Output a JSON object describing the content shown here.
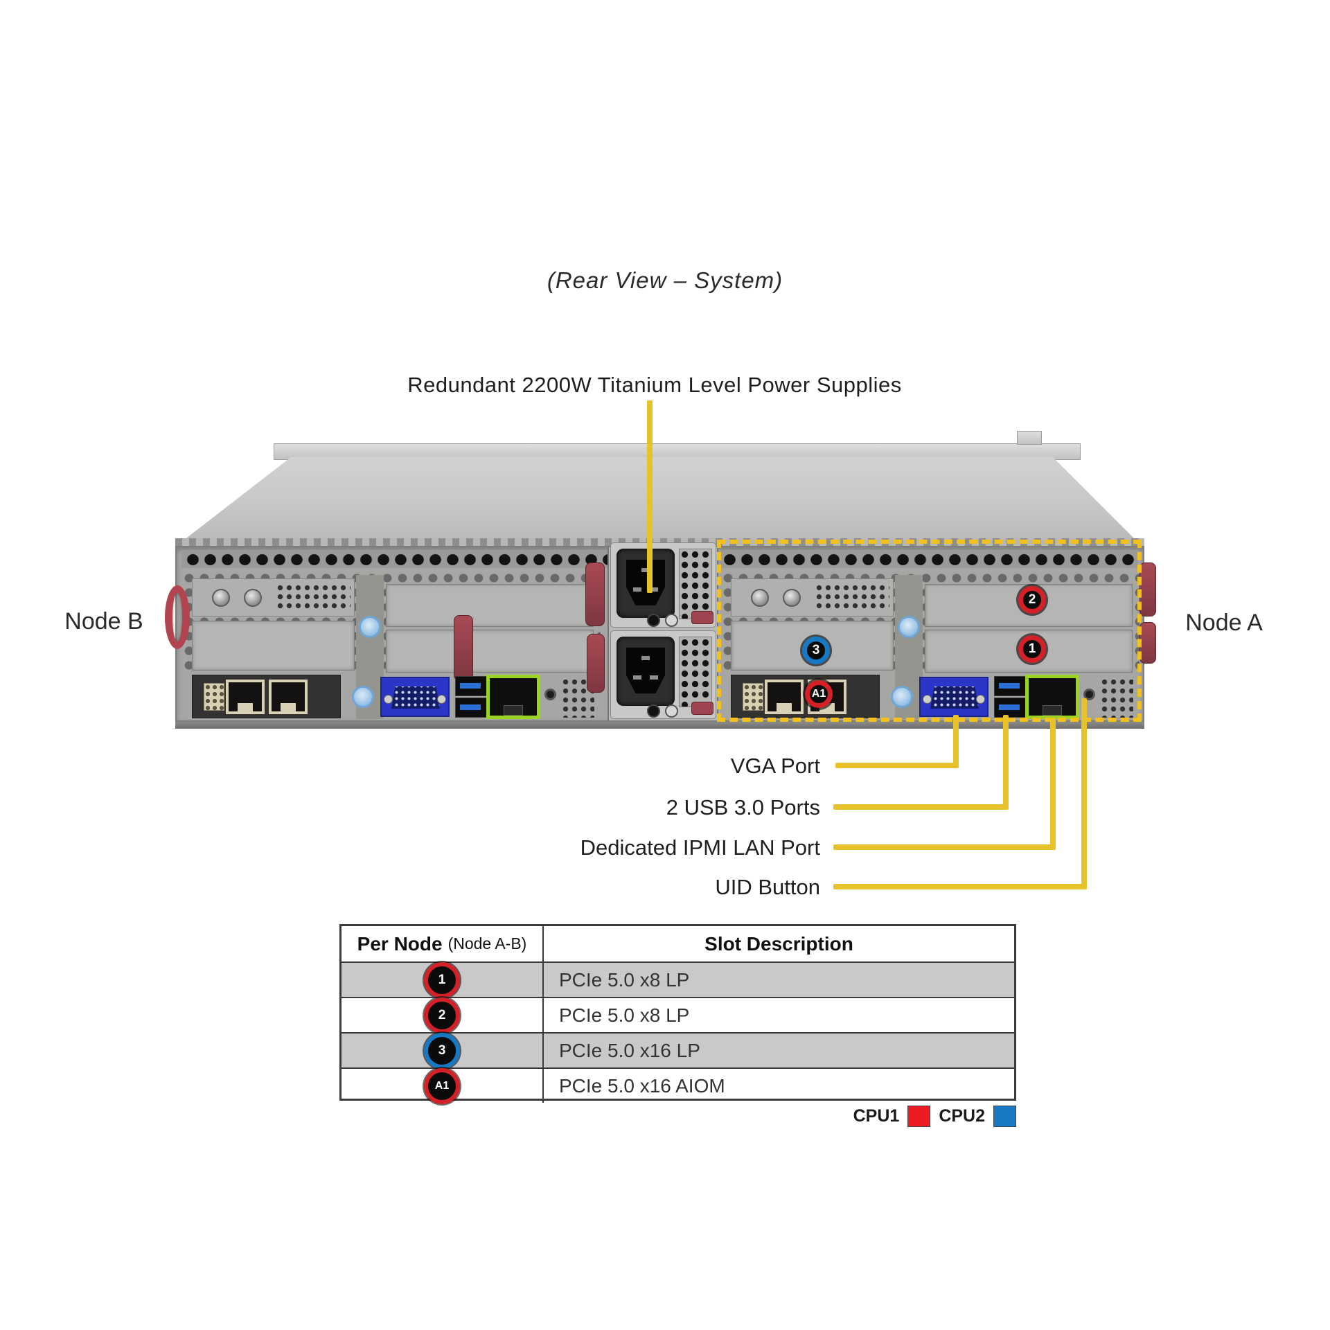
{
  "title": "(Rear View – System)",
  "psu_label": "Redundant 2200W Titanium Level Power Supplies",
  "nodes": {
    "left": "Node B",
    "right": "Node A"
  },
  "callouts": {
    "vga": "VGA Port",
    "usb": "2 USB 3.0 Ports",
    "ipmi": "Dedicated IPMI LAN Port",
    "uid": "UID Button"
  },
  "slot_badges": {
    "slot1": "1",
    "slot2": "2",
    "slot3": "3",
    "aiom": "A1"
  },
  "table": {
    "header": {
      "col1_title": "Per Node",
      "col1_note": "(Node A-B)",
      "col2_title": "Slot Description"
    },
    "rows": [
      {
        "badge": "1",
        "badge_color": "red",
        "description": "PCIe 5.0 x8 LP"
      },
      {
        "badge": "2",
        "badge_color": "red",
        "description": "PCIe 5.0 x8 LP"
      },
      {
        "badge": "3",
        "badge_color": "blue",
        "description": "PCIe 5.0 x16 LP"
      },
      {
        "badge": "A1",
        "badge_color": "red",
        "description": "PCIe 5.0 x16 AIOM"
      }
    ]
  },
  "legend": {
    "cpu1": {
      "label": "CPU1",
      "color": "#ed1c24"
    },
    "cpu2": {
      "label": "CPU2",
      "color": "#1779c4"
    }
  },
  "colors": {
    "callout_line": "#e8c22b",
    "node_a_outline": "#f2c11e",
    "badge_red": "#d42027",
    "badge_blue": "#1779c4",
    "ipmi_lan_port": "#9bd321",
    "vga_port": "#2b36c8",
    "usb_port": "#2a6fd4"
  }
}
